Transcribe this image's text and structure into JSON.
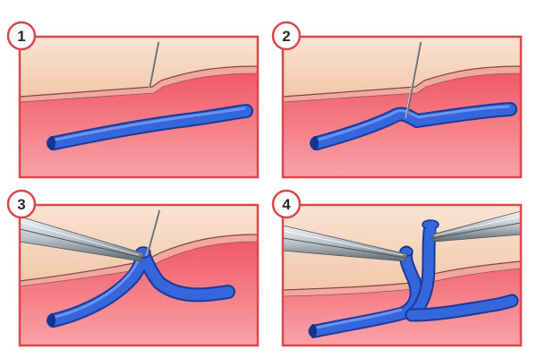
{
  "colors": {
    "frame": "#d9484c",
    "skin_top": "#f7dcc8",
    "skin_bottom": "#f3c9ad",
    "dermis": "#f2a09a",
    "tissue_top": "#ef3f4f",
    "tissue_bottom": "#f79aa0",
    "vein": "#2f5ed3",
    "vein_dark": "#17338c",
    "vein_light": "#6d95f0",
    "needle": "#8a8a8a",
    "forceps_light": "#e6ebef",
    "forceps_dark": "#6c7680"
  },
  "panels": [
    {
      "number": "1",
      "icons": [
        "needle-icon"
      ]
    },
    {
      "number": "2",
      "icons": [
        "needle-icon"
      ]
    },
    {
      "number": "3",
      "icons": [
        "forceps-icon",
        "needle-icon"
      ]
    },
    {
      "number": "4",
      "icons": [
        "forceps-icon",
        "forceps-icon"
      ]
    }
  ]
}
